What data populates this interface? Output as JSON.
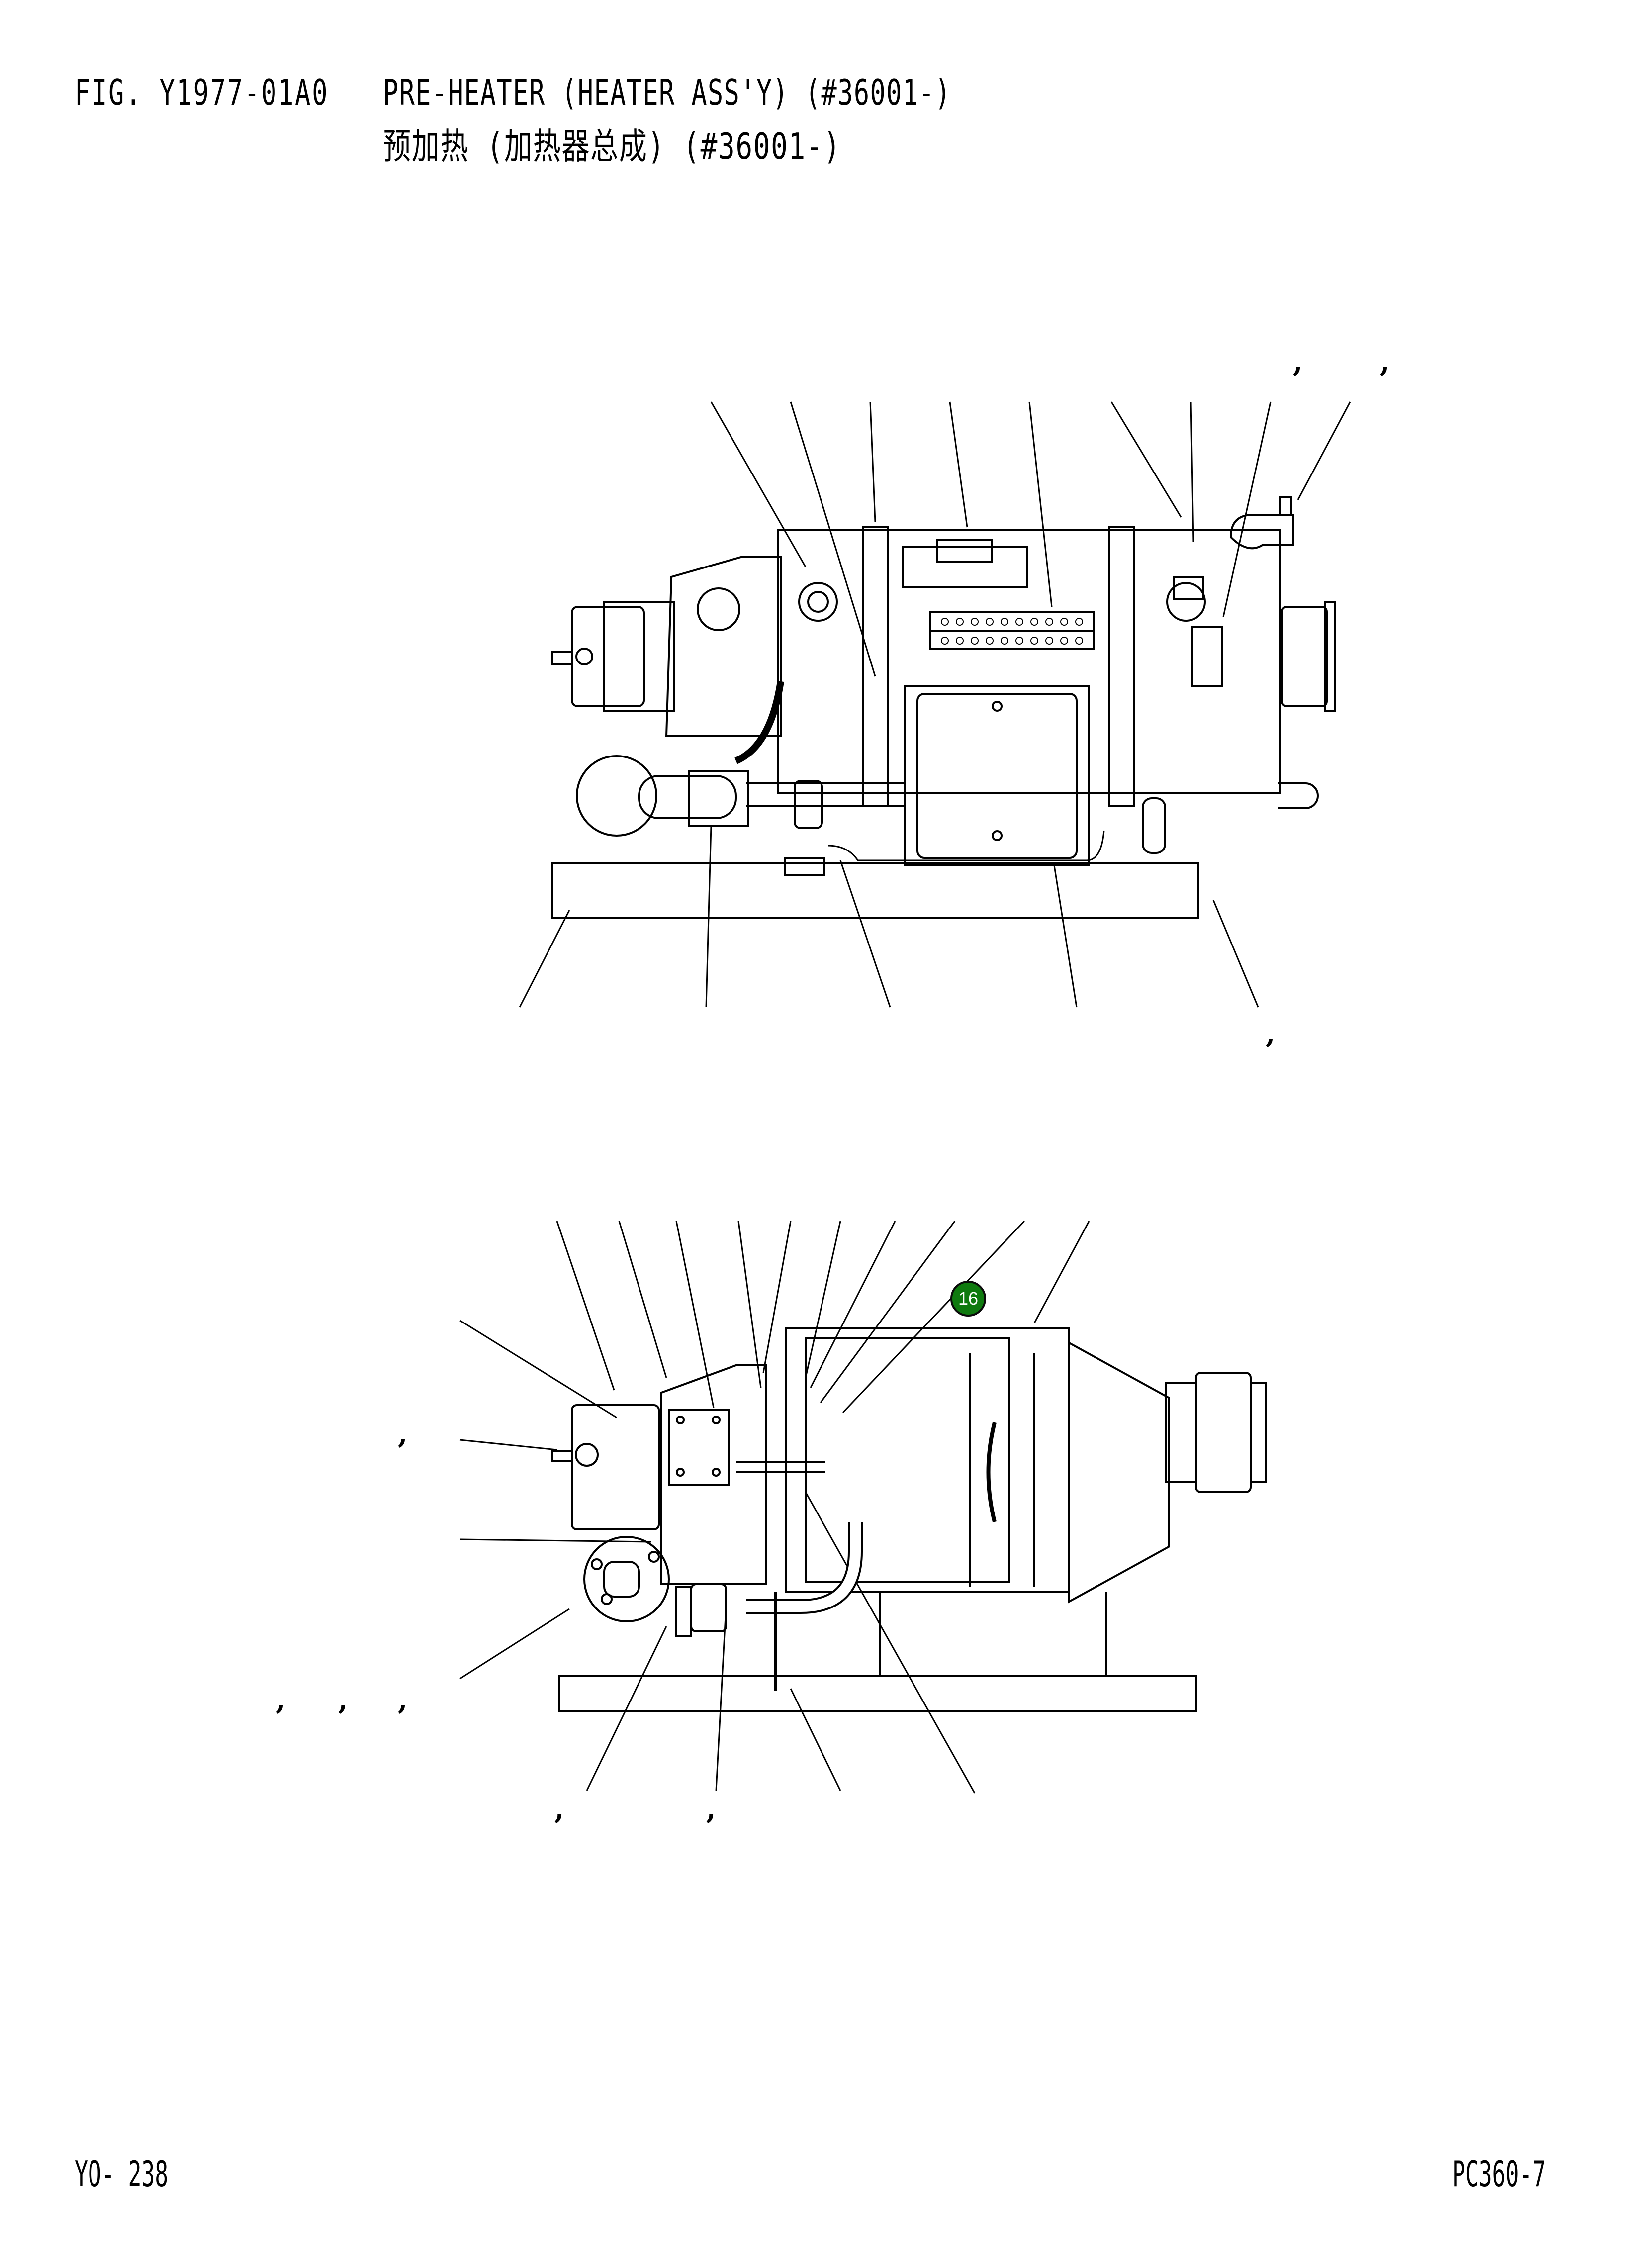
{
  "header": {
    "figure_id": "FIG. Y1977-01A0",
    "title_en": "PRE-HEATER (HEATER ASS'Y) (#36001-)",
    "title_cn": "预加热 (加热器总成) (#36001-)"
  },
  "diagrams": {
    "top_view": {
      "name": "Pre-heater assembly side view (upper)",
      "callout_separators": [
        ",",
        ",",
        ","
      ]
    },
    "bottom_view": {
      "name": "Pre-heater assembly cutaway view (lower)",
      "callout_separators": [
        ",",
        ",",
        ",",
        ",",
        ",",
        ","
      ],
      "highlight_badge": {
        "label": "16",
        "color": "#0f7a0f"
      }
    }
  },
  "footer": {
    "page_ref": "YO- 238",
    "model": "PC360-7"
  }
}
